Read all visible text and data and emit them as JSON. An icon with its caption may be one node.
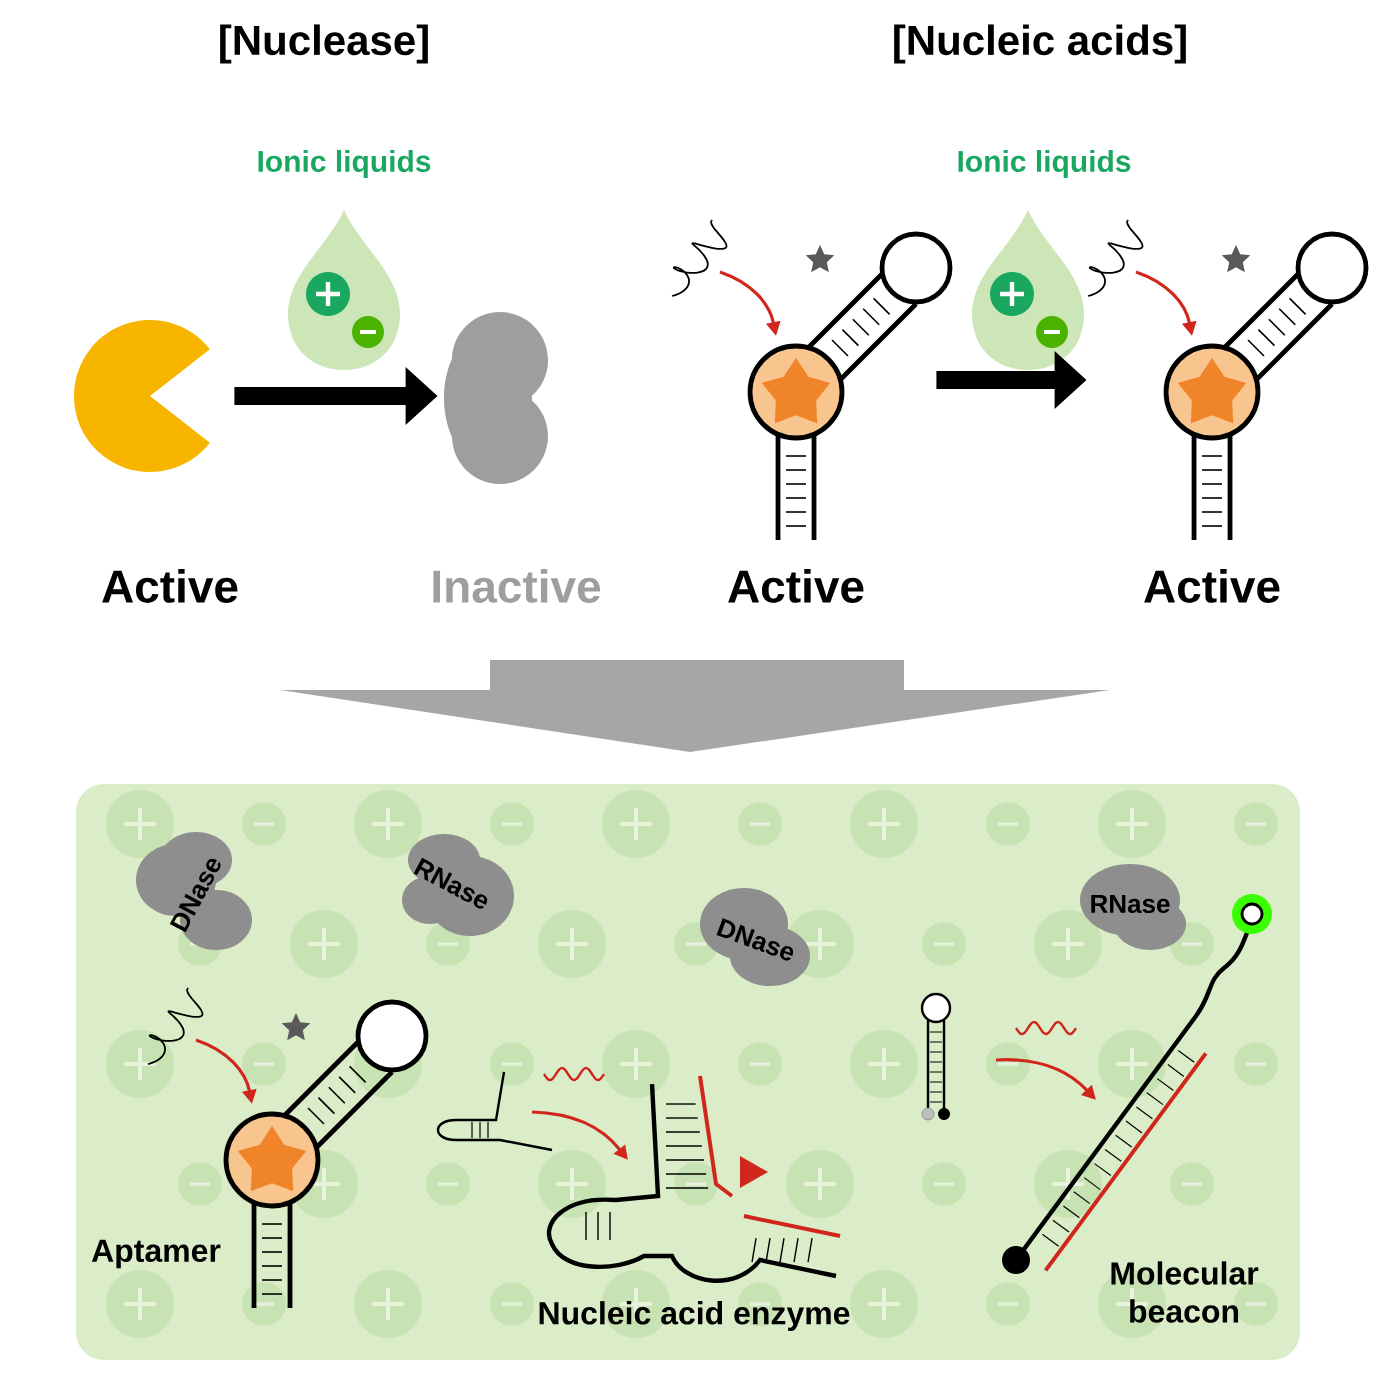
{
  "diagram": {
    "nodes": [
      {
        "text": [
          "Active"
        ]
      },
      {
        "text": [
          "Inactive"
        ]
      },
      {
        "text": [
          "Active"
        ]
      },
      {
        "text": [
          "Active"
        ]
      },
      {
        "text": [],
        "shape": "box"
      },
      {
        "text": [
          "DNase"
        ],
        "in": 4
      },
      {
        "text": [
          "RNase"
        ],
        "in": 4
      },
      {
        "text": [
          "DNase"
        ],
        "in": 4
      },
      {
        "text": [
          "RNase"
        ],
        "in": 4
      },
      {
        "text": [
          "Aptamer"
        ],
        "in": 4
      },
      {
        "text": [
          "Nucleic acid enzyme"
        ],
        "in": 4
      },
      {
        "text": [
          "Molecular beacon"
        ],
        "in": 4
      }
    ],
    "edges": [
      {
        "from": 0,
        "to": 1,
        "arrow": "to"
      },
      {
        "from": 2,
        "to": 3,
        "arrow": "to"
      }
    ],
    "labels": [
      "[Nuclease]",
      "[Nucleic acids]",
      "Ionic liquids",
      "Ionic liquids"
    ]
  }
}
